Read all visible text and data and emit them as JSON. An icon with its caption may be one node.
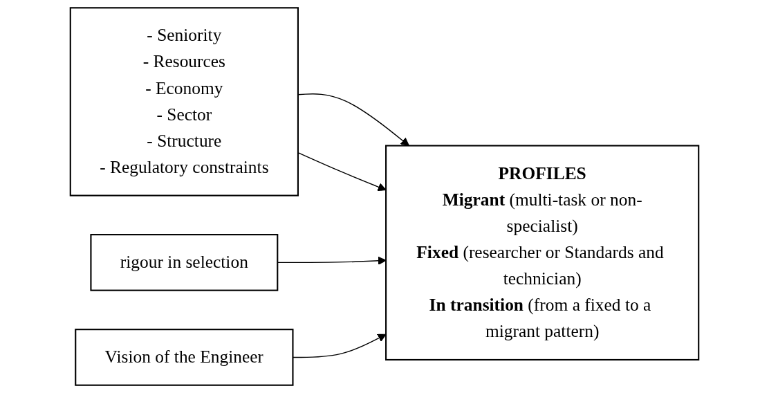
{
  "diagram": {
    "nodes": [
      {
        "text": [
          "- Seniority",
          "- Resources",
          "- Economy",
          "- Sector",
          "- Structure",
          "- Regulatory constraints"
        ]
      },
      {
        "text": [
          "**PROFILES**",
          "**Migrant** (multi-task or non-specialist)",
          "**Fixed** (researcher or Standards and technician)",
          "**In transition** (from a fixed to a migrant pattern)"
        ]
      },
      {
        "text": [
          "rigour in selection"
        ]
      },
      {
        "text": [
          "Vision of the Engineer"
        ]
      }
    ],
    "edges": [
      {
        "from": 0,
        "to": 1,
        "arrow": "to"
      },
      {
        "from": 0,
        "to": 1,
        "arrow": "to"
      },
      {
        "from": 2,
        "to": 1,
        "arrow": "to"
      },
      {
        "from": 3,
        "to": 1,
        "arrow": "to"
      }
    ]
  }
}
